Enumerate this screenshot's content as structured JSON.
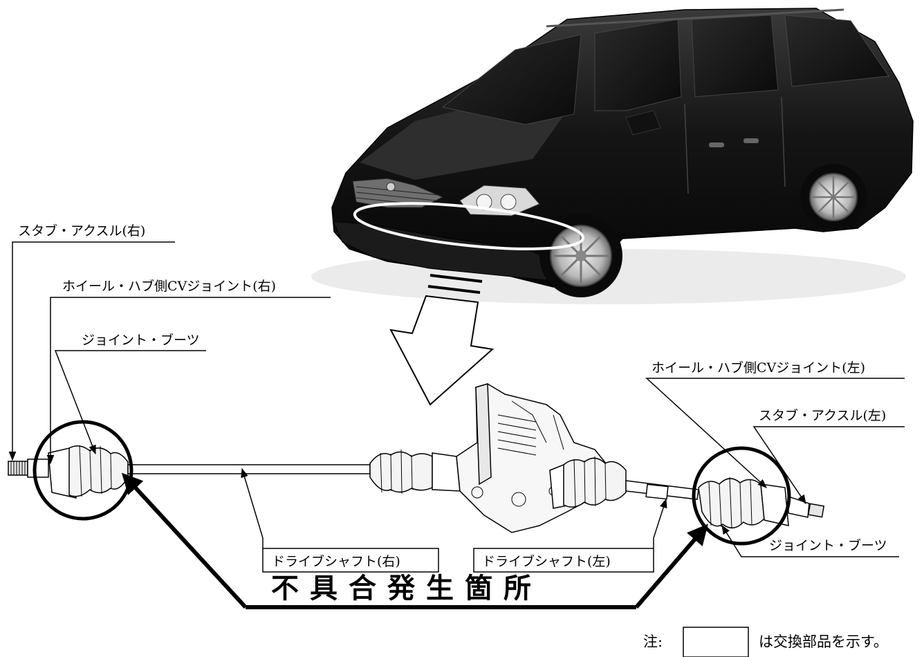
{
  "labels": {
    "stub_axle_right": "スタブ・アクスル(右)",
    "cv_joint_right": "ホイール・ハブ側CVジョイント(右)",
    "joint_boot_right": "ジョイント・ブーツ",
    "cv_joint_left": "ホイール・ハブ側CVジョイント(左)",
    "stub_axle_left": "スタブ・アクスル(左)",
    "joint_boot_left": "ジョイント・ブーツ",
    "drive_shaft_right": "ドライブシャフト(右)",
    "drive_shaft_left": "ドライブシャフト(左)"
  },
  "title": "不具合発生箇所",
  "note": {
    "prefix": "注:",
    "suffix": "は交換部品を示す。"
  }
}
